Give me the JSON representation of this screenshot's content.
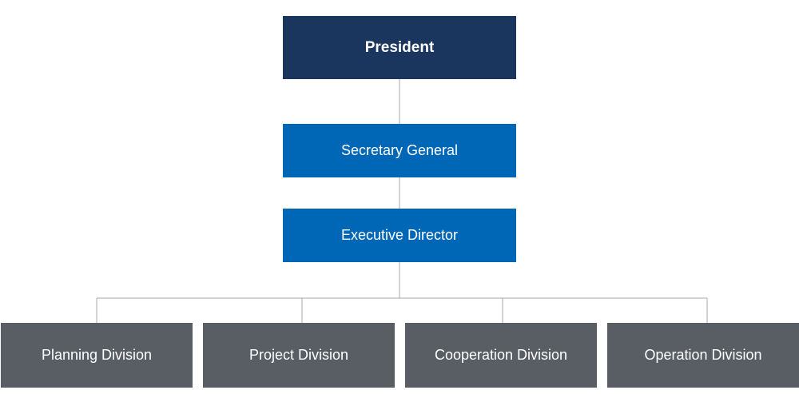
{
  "org_chart": {
    "president": "President",
    "secretary_general": "Secretary General",
    "executive_director": "Executive Director",
    "divisions": [
      "Planning Division",
      "Project Division",
      "Cooperation Division",
      "Operation Division"
    ]
  },
  "colors": {
    "president_box": "#1a355e",
    "management_box": "#0067b6",
    "division_box": "#595e65",
    "connector_line": "#a8a8a8",
    "box_text": "#ffffff"
  }
}
